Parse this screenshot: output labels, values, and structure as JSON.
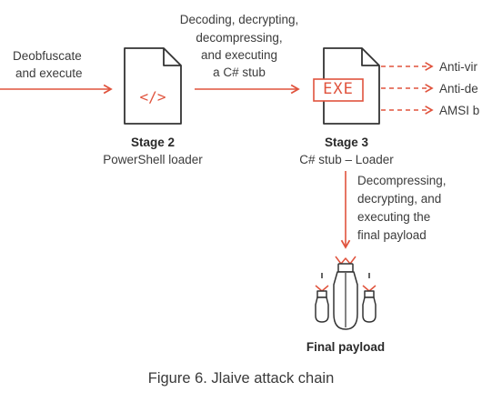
{
  "labels": {
    "deobfuscate": [
      "Deobfuscate",
      "and execute"
    ],
    "decoding": [
      "Decoding, decrypting,",
      "decompressing,",
      "and executing",
      "a C# stub"
    ],
    "decompressing": [
      "Decompressing,",
      "decrypting, and",
      "executing the",
      "final payload"
    ]
  },
  "stage2": {
    "title": "Stage 2",
    "subtitle": "PowerShell loader",
    "glyph": "</>"
  },
  "stage3": {
    "title": "Stage 3",
    "subtitle": "C# stub – Loader",
    "glyph": "EXE"
  },
  "outputs": [
    "Anti-vir",
    "Anti-de",
    "AMSI b"
  ],
  "final": {
    "title": "Final payload"
  },
  "caption": "Figure 6. Jlaive attack chain",
  "colors": {
    "accent": "#e0533d",
    "stroke": "#333333"
  }
}
